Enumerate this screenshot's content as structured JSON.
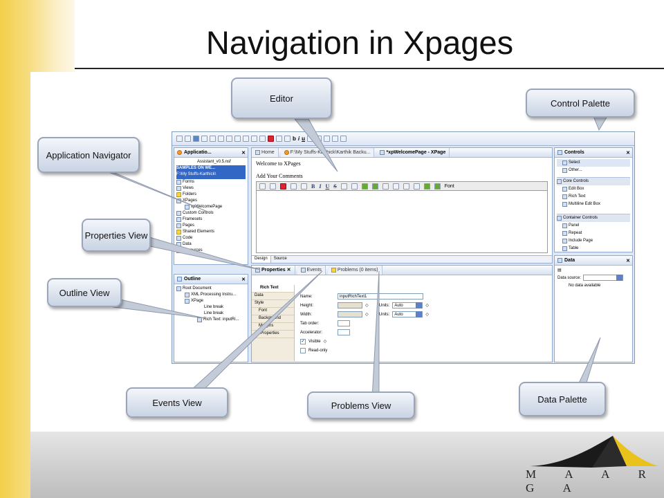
{
  "slide": {
    "title": "Navigation in Xpages"
  },
  "callouts": {
    "editor": "Editor",
    "control_palette": "Control Palette",
    "application_navigator": "Application Navigator",
    "properties_view": "Properties View",
    "outline_view": "Outline View",
    "events_view": "Events View",
    "problems_view": "Problems View",
    "data_palette": "Data Palette"
  },
  "app_navigator": {
    "title": "Applicatio...",
    "file_label": "Assistant_v0.5.nsf",
    "app_name": "SAMPLES ON WE...",
    "app_path": "F:\\My Stuffs-Karthick\\",
    "items": [
      "Forms",
      "Views",
      "Folders",
      "XPages",
      "xpWelcomePage",
      "Custom Controls",
      "Framesets",
      "Pages",
      "Shared Elements",
      "Code",
      "Data",
      "Resources"
    ]
  },
  "outline": {
    "title": "Outline",
    "items": [
      "Root Document",
      "XML Processing Instru...",
      "XPage",
      "Line break",
      "Line break",
      "Rich Text: inputRi..."
    ]
  },
  "editor": {
    "tabs": [
      "Home",
      "F:\\My Stuffs-Karthick\\Karthik Backu...",
      "*xpWelcomePage - XPage"
    ],
    "welcome_text": "Welcome to XPages",
    "comments_label": "Add Your Comments",
    "font_label": "Font",
    "bottom_tabs": [
      "Design",
      "Source"
    ]
  },
  "controls": {
    "title": "Controls",
    "select": "Select",
    "other": "Other...",
    "core_header": "Core Controls",
    "core_items": [
      "Edit Box",
      "Rich Text",
      "Multiline Edit Box"
    ],
    "container_header": "Container Controls",
    "container_items": [
      "Panel",
      "Repeat",
      "Include Page",
      "Table"
    ]
  },
  "data_panel": {
    "title": "Data",
    "source_label": "Data source:",
    "empty_text": "No data available"
  },
  "bottom": {
    "tabs": [
      "Properties",
      "Events",
      "Problems (0 items)"
    ],
    "side_tabs": [
      "Rich Text",
      "Data",
      "Style",
      "Font",
      "Background",
      "Margins",
      "All Properties"
    ],
    "name_label": "Name:",
    "name_value": "inputRichText1",
    "height_label": "Height:",
    "width_label": "Width:",
    "units_label": "Units:",
    "units_value": "Auto",
    "tab_order_label": "Tab order:",
    "accelerator_label": "Accelerator:",
    "visible_label": "Visible",
    "readonly_label": "Read-only"
  },
  "logo": {
    "text": "M A A R G A"
  },
  "colors": {
    "gold": "#f3cf4a",
    "selection": "#3367c6",
    "callout_border": "#9aa5b7"
  }
}
